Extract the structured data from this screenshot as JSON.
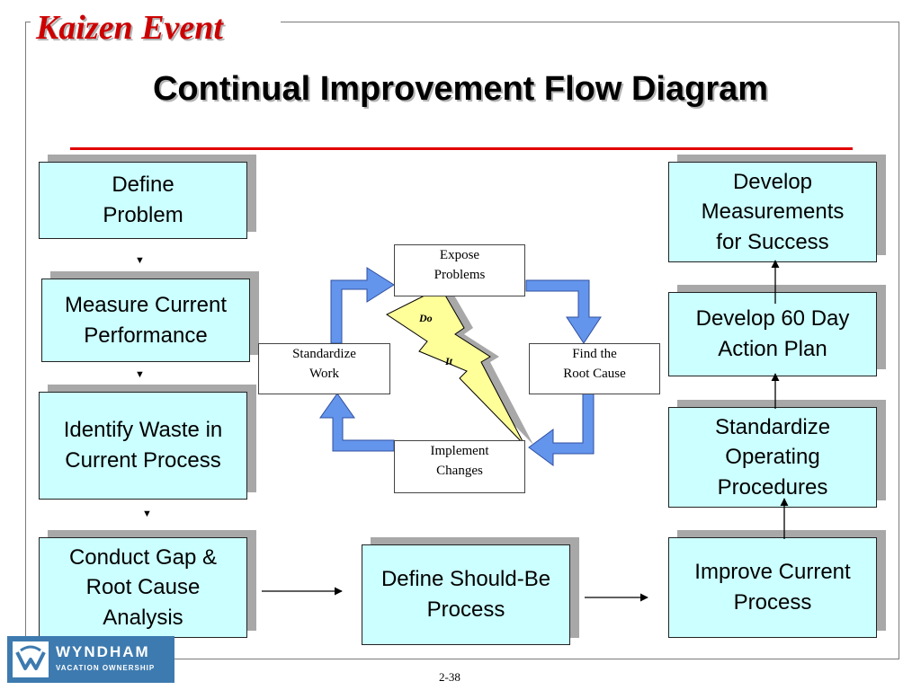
{
  "header": {
    "kaizen": "Kaizen Event",
    "title": "Continual Improvement Flow Diagram"
  },
  "left_column": [
    "Define\nProblem",
    "Measure Current\nPerformance",
    "Identify Waste in\nCurrent Process",
    "Conduct Gap &\nRoot Cause\nAnalysis"
  ],
  "middle": {
    "should_be": "Define  Should-Be\nProcess"
  },
  "cycle": {
    "expose": "Expose\nProblems",
    "root_cause": "Find the\nRoot Cause",
    "implement": "Implement\nChanges",
    "standardize": "Standardize\nWork",
    "bolt_do": "Do",
    "bolt_it": "It"
  },
  "right_column": [
    "Develop\nMeasurements\nfor Success",
    "Develop 60 Day\nAction Plan",
    "Standardize\nOperating\nProcedures",
    "Improve Current\nProcess"
  ],
  "footer": {
    "logo_name": "WYNDHAM",
    "logo_sub": "VACATION OWNERSHIP",
    "page_number": "2-38"
  },
  "colors": {
    "box_fill": "#ccffff",
    "accent_red": "#e00000",
    "title_red": "#cc0000",
    "cycle_arrow": "#6495ed",
    "bolt": "#ffff99",
    "logo_blue": "#3d7aaf"
  },
  "icons": {
    "bolt": "lightning-bolt",
    "cycle_arrows": "bent-arrow",
    "logo": "wyndham-logo"
  }
}
